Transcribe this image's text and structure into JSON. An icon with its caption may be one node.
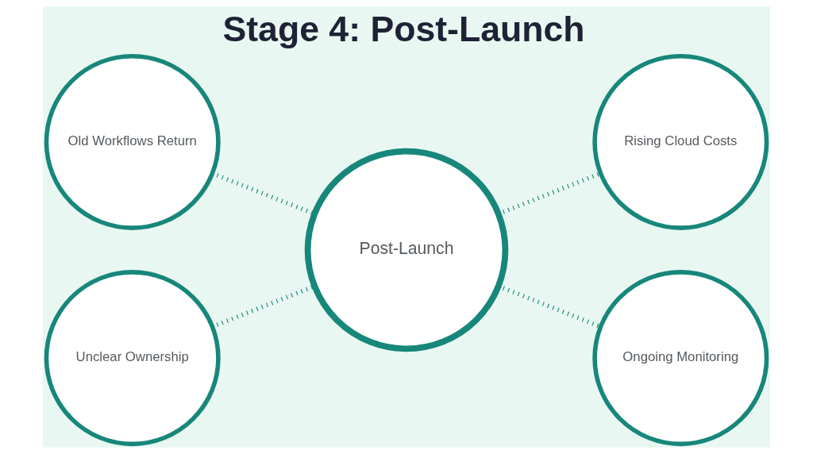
{
  "diagram": {
    "title": "Stage 4: Post-Launch",
    "nodes": [
      {
        "text": [
          "Old Workflows Return"
        ]
      },
      {
        "text": [
          "Rising Cloud Costs"
        ]
      },
      {
        "text": [
          "Post-Launch"
        ]
      },
      {
        "text": [
          "Unclear Ownership"
        ]
      },
      {
        "text": [
          "Ongoing Monitoring"
        ]
      }
    ],
    "edges": [
      {
        "from": 0,
        "to": 2,
        "arrow": "none"
      },
      {
        "from": 2,
        "to": 1,
        "arrow": "none"
      },
      {
        "from": 3,
        "to": 2,
        "arrow": "none"
      },
      {
        "from": 2,
        "to": 4,
        "arrow": "none"
      }
    ]
  }
}
